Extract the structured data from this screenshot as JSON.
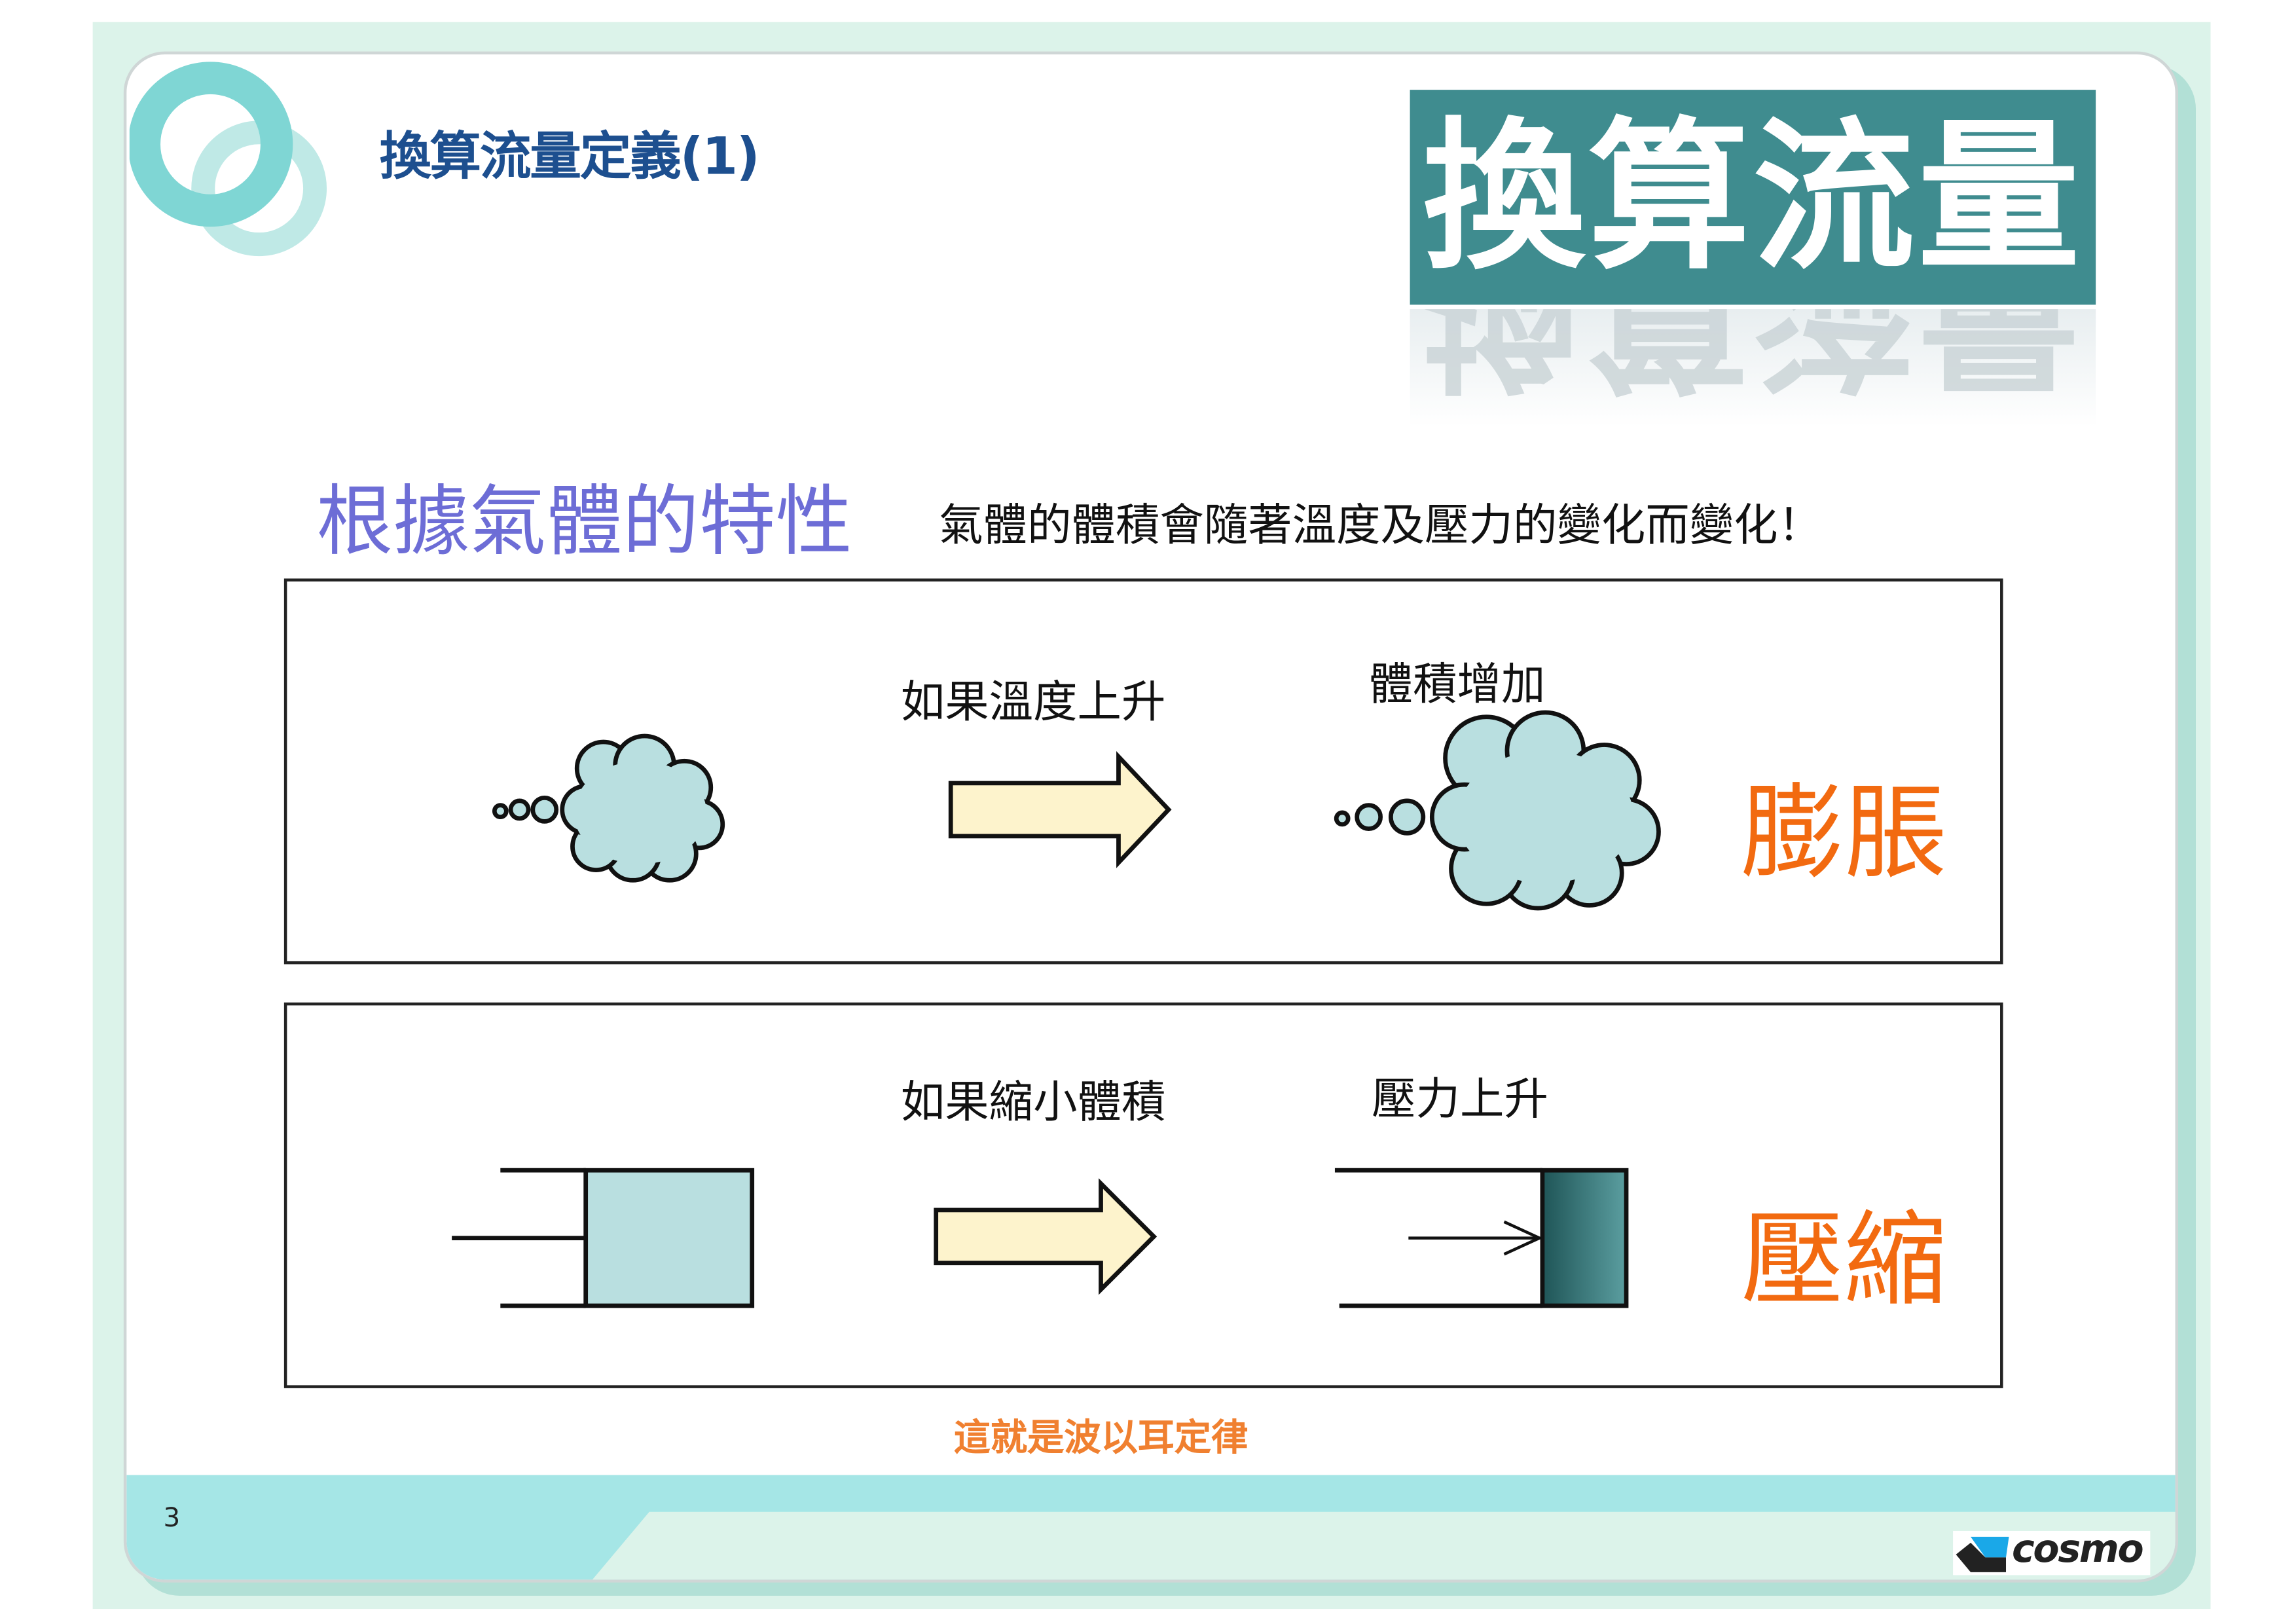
{
  "slide": {
    "title": "換算流量定義(1)",
    "badge_text": "換算流量",
    "heading": "根據氣體的特性",
    "subheading": "氣體的體積會隨著溫度及壓力的變化而變化！",
    "panel1": {
      "condition": "如果溫度上升",
      "result": "體積增加",
      "effect": "膨脹"
    },
    "panel2": {
      "condition": "如果縮小體積",
      "result": "壓力上升",
      "effect": "壓縮"
    },
    "law_note": "這就是波以耳定律",
    "page_number": "3",
    "logo_text": "cosmo"
  },
  "colors": {
    "accent_teal": "#3f8c8f",
    "effect_orange": "#f26a10",
    "heading_purple": "#6d6dd6",
    "title_blue": "#1d4f8f",
    "gas_fill": "#b9dfe0",
    "arrow_fill": "#fdf3cc"
  }
}
